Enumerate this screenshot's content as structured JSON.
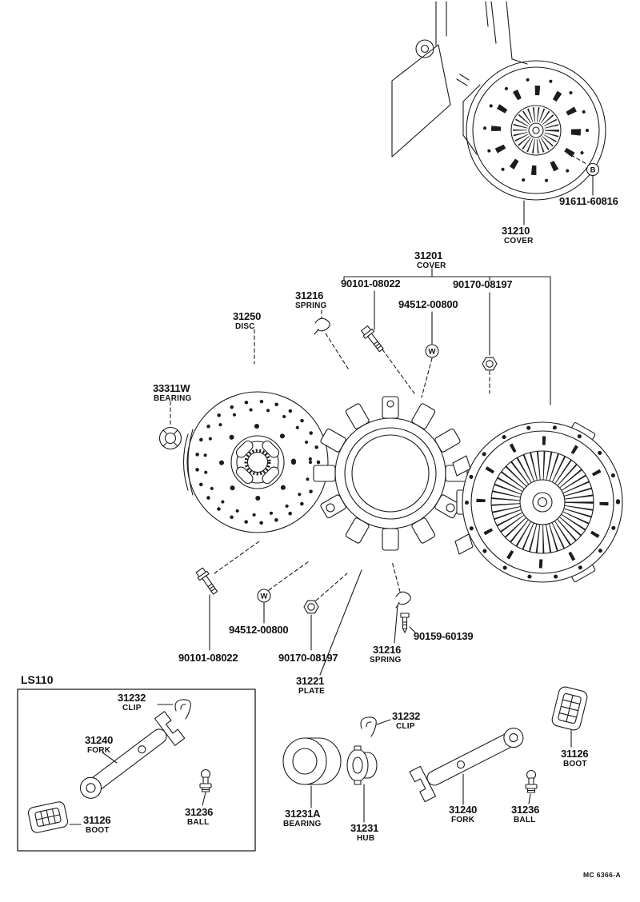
{
  "page": {
    "inset_code": "LS110",
    "doc_code": "MC 6366-A"
  },
  "symbols": {
    "bolt": "B",
    "washer": "W"
  },
  "labels": {
    "bolt_91611": {
      "part": "91611-60816"
    },
    "cover_31210": {
      "part": "31210",
      "desc": "COVER"
    },
    "cover_31201": {
      "part": "31201",
      "desc": "COVER"
    },
    "bolt_90101_top": {
      "part": "90101-08022"
    },
    "nut_90170_top": {
      "part": "90170-08197"
    },
    "spring_31216_top": {
      "part": "31216",
      "desc": "SPRING"
    },
    "washer_94512_top": {
      "part": "94512-00800"
    },
    "disc_31250": {
      "part": "31250",
      "desc": "DISC"
    },
    "bearing_33311w": {
      "part": "33311W",
      "desc": "BEARING"
    },
    "washer_94512_bottom": {
      "part": "94512-00800"
    },
    "screw_90159": {
      "part": "90159-60139"
    },
    "bolt_90101_bottom": {
      "part": "90101-08022"
    },
    "nut_90170_bottom": {
      "part": "90170-08197"
    },
    "spring_31216_bottom": {
      "part": "31216",
      "desc": "SPRING"
    },
    "plate_31221": {
      "part": "31221",
      "desc": "PLATE"
    },
    "clip_31232_left": {
      "part": "31232",
      "desc": "CLIP"
    },
    "fork_31240_left": {
      "part": "31240",
      "desc": "FORK"
    },
    "boot_31126_left": {
      "part": "31126",
      "desc": "BOOT"
    },
    "ball_31236_left": {
      "part": "31236",
      "desc": "BALL"
    },
    "clip_31232_right": {
      "part": "31232",
      "desc": "CLIP"
    },
    "bearing_31231a": {
      "part": "31231A",
      "desc": "BEARING"
    },
    "hub_31231": {
      "part": "31231",
      "desc": "HUB"
    },
    "fork_31240_right": {
      "part": "31240",
      "desc": "FORK"
    },
    "ball_31236_right": {
      "part": "31236",
      "desc": "BALL"
    },
    "boot_31126_right": {
      "part": "31126",
      "desc": "BOOT"
    }
  }
}
